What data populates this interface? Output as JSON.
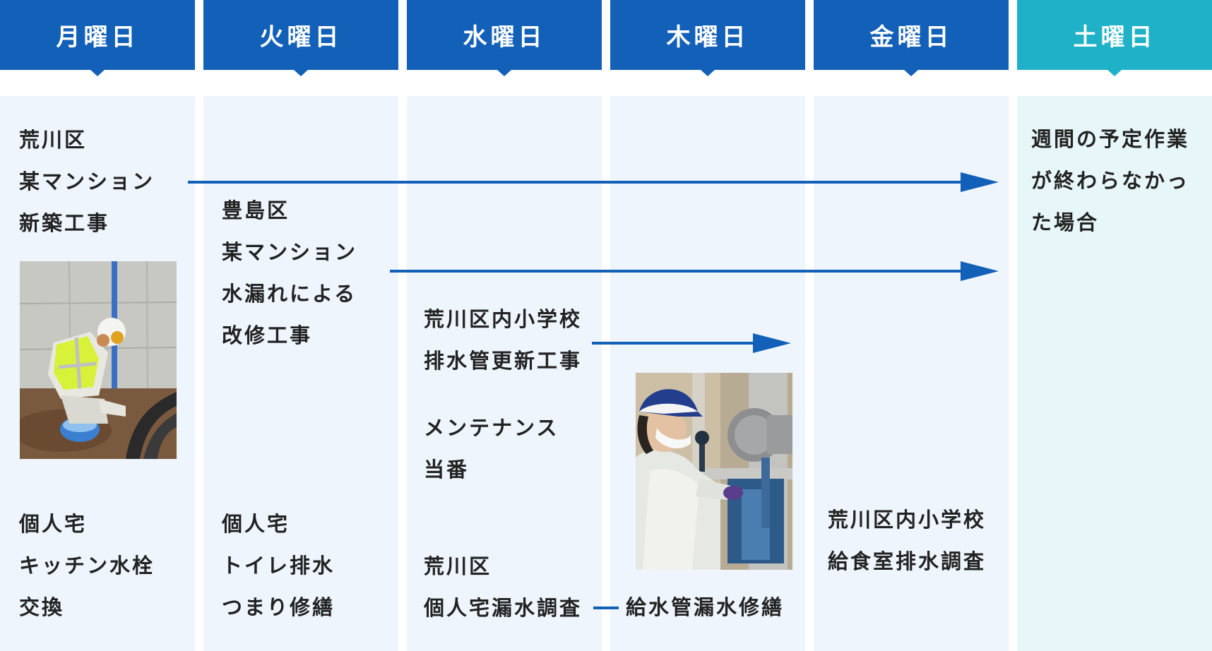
{
  "days": [
    {
      "label": "月曜日"
    },
    {
      "label": "火曜日"
    },
    {
      "label": "水曜日"
    },
    {
      "label": "木曜日"
    },
    {
      "label": "金曜日"
    },
    {
      "label": "土曜日"
    }
  ],
  "tasks": {
    "mon_top": [
      "荒川区",
      "某マンション",
      "新築工事"
    ],
    "mon_bottom": [
      "個人宅",
      "キッチン水栓",
      "交換"
    ],
    "tue_top": [
      "豊島区",
      "某マンション",
      "水漏れによる",
      "改修工事"
    ],
    "tue_bottom": [
      "個人宅",
      "トイレ排水",
      "つまり修繕"
    ],
    "wed_top": [
      "荒川区内小学校",
      "排水管更新工事"
    ],
    "wed_mid": [
      "メンテナンス",
      "当番"
    ],
    "wed_bottom": [
      "荒川区",
      "個人宅漏水調査"
    ],
    "thu_bottom": [
      "給水管漏水修繕"
    ],
    "fri_bottom": [
      "荒川区内小学校",
      "給食室排水調査"
    ],
    "sat_note": [
      "週間の予定作業",
      "が終わらなかっ",
      "た場合"
    ]
  },
  "colors": {
    "weekday_header": "#1260b8",
    "saturday_header": "#1eb1c7",
    "column_bg": "#eef5fd",
    "saturday_bg": "#e7f6f8",
    "arrow": "#1260b8",
    "text": "#222222"
  },
  "photos": {
    "monday": "worker-at-construction-wall-photo",
    "thursday": "worker-repairing-pipe-valve-photo"
  }
}
